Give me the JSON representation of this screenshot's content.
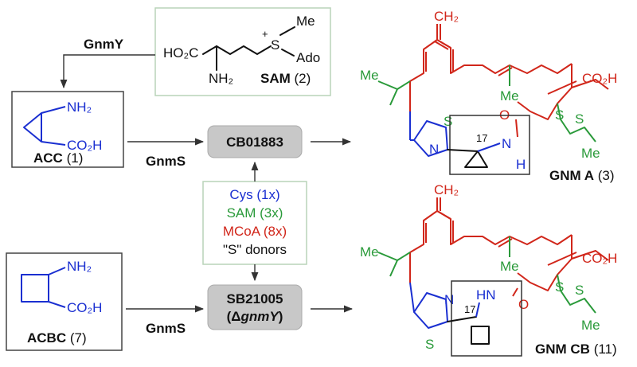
{
  "enzymes": {
    "gnmy": "GnmY",
    "gnms_top": "GnmS",
    "gnms_bottom": "GnmS"
  },
  "sam_box": {
    "acid": "HO₂C",
    "amine": "NH₂",
    "methyl": "Me",
    "charge": "+",
    "sulfur": "S",
    "ado": "Ado",
    "name": "SAM",
    "number": "(2)"
  },
  "acc": {
    "amine": "NH₂",
    "acid": "CO₂H",
    "name": "ACC",
    "number": "(1)"
  },
  "acbc": {
    "amine": "NH₂",
    "acid": "CO₂H",
    "name": "ACBC",
    "number": "(7)"
  },
  "strains": {
    "top": "CB01883",
    "bottom_line1": "SB21005",
    "bottom_line2_pre": "(Δ",
    "bottom_line2_gene": "gnmY",
    "bottom_line2_post": ")"
  },
  "donors": {
    "cys": "Cys (1x)",
    "sam": "SAM (3x)",
    "mcoa": "MCoA (8x)",
    "label": "\"S\" donors"
  },
  "gnm_a": {
    "methylene": "CH₂",
    "me_left": "Me",
    "me_mid": "Me",
    "acid": "CO₂H",
    "sulfur_ring": "S",
    "nitrogen_ring": "N",
    "locant": "17",
    "nh_n": "N",
    "nh_h": "H",
    "ss_s1": "S",
    "ss_s2": "S",
    "ss_me": "Me",
    "carbonyl_o": "O",
    "name": "GNM A",
    "number": "(3)"
  },
  "gnm_cb": {
    "methylene": "CH₂",
    "me_left": "Me",
    "me_mid": "Me",
    "acid": "CO₂H",
    "nitrogen_ring": "N",
    "sulfur_ring": "S",
    "locant": "17",
    "hn": "HN",
    "ss_s1": "S",
    "ss_s2": "S",
    "ss_me": "Me",
    "carbonyl_o": "O",
    "name": "GNM CB",
    "number": "(11)"
  },
  "colors": {
    "nitrogen_blue": "#1a2fd1",
    "sam_green": "#2a9a3a",
    "mcoa_red": "#d1261a",
    "strain_box": "#c8c8c8",
    "panel_border": "#b9d3b9"
  }
}
